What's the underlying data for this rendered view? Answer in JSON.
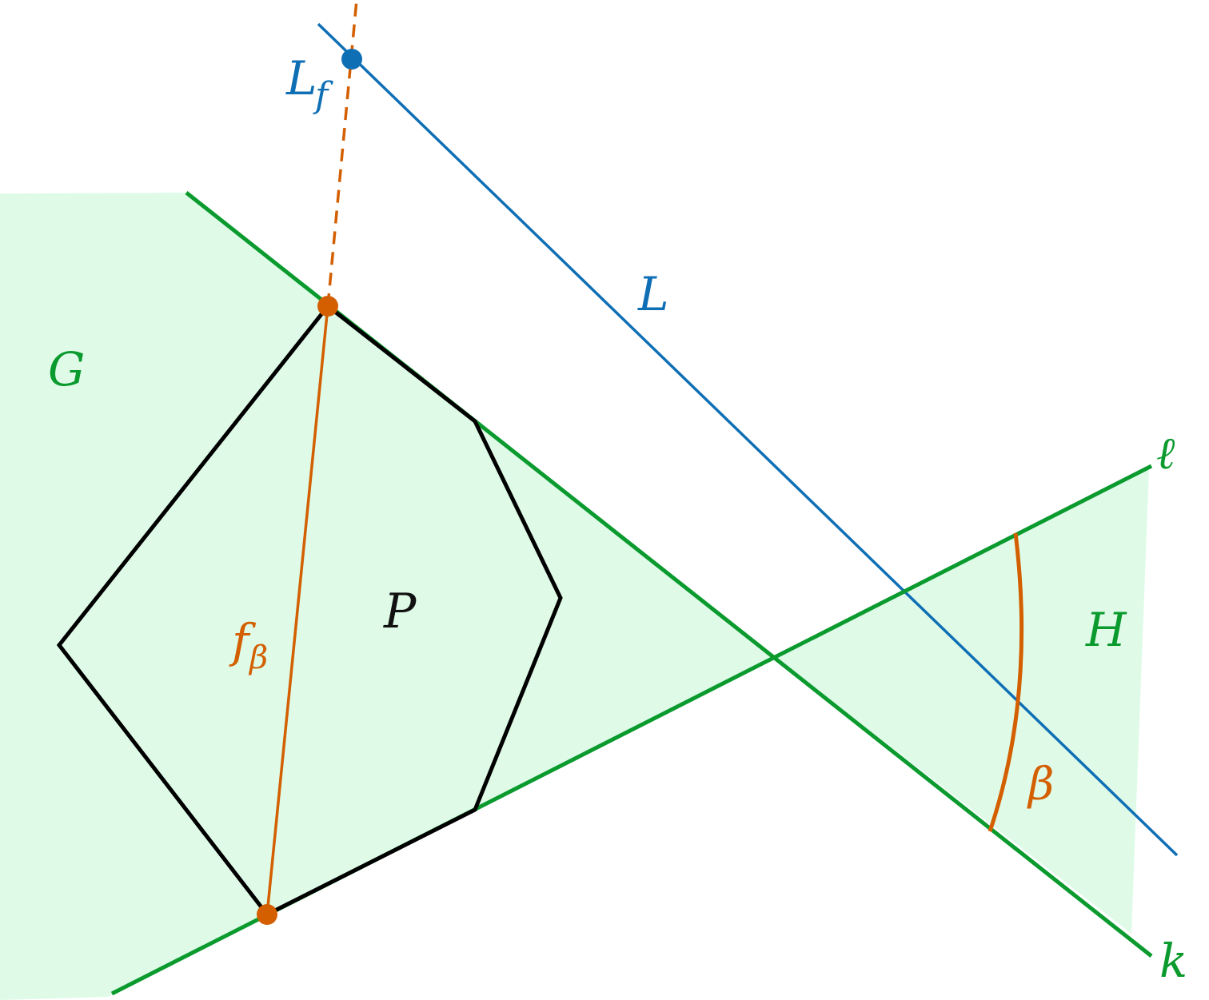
{
  "labels": {
    "G": "G",
    "H": "H",
    "P": "P",
    "L": "L",
    "Lf_main": "L",
    "Lf_sub": "f",
    "f_main": "f",
    "f_sub": "β",
    "beta": "β",
    "ell": "ℓ",
    "k": "k"
  },
  "colors": {
    "region_fill": "#dffbe8",
    "green_line": "#0a9a2e",
    "blue_line": "#0f6fb5",
    "orange": "#d35f00",
    "polygon": "#000000",
    "text_black": "#111111"
  }
}
